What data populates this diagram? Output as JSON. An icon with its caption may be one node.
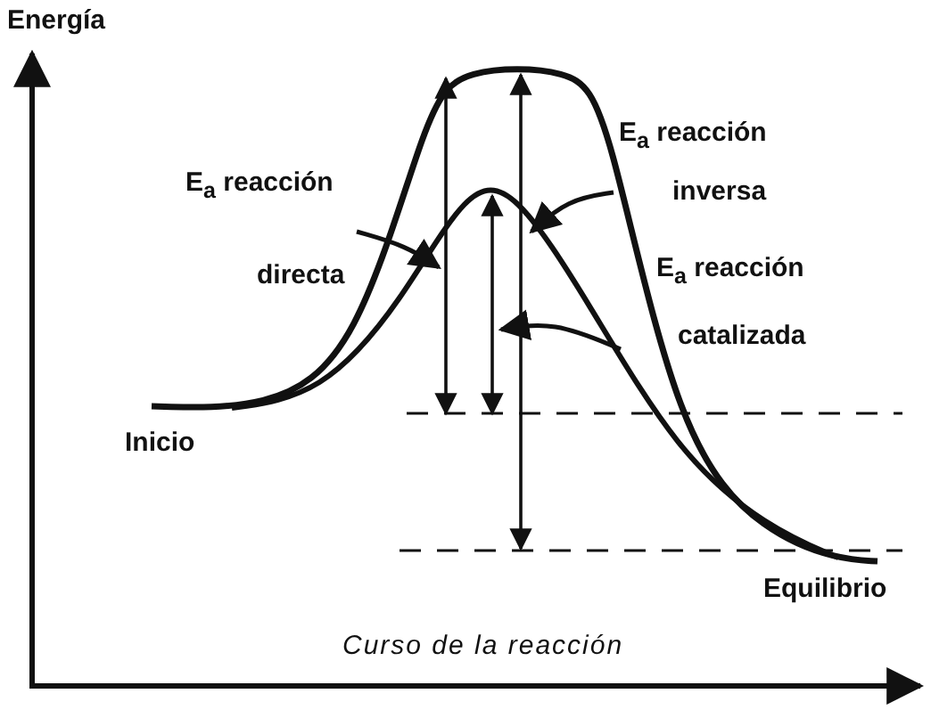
{
  "diagram": {
    "nodes": [
      {
        "text": [
          "E$_{a}$ reacción",
          "directa"
        ]
      },
      {
        "text": [
          "E$_{a}$ reacción",
          "inversa"
        ]
      },
      {
        "text": [
          "E$_{a}$ reacción",
          "catalizada"
        ]
      }
    ],
    "edges": [
      {
        "from": 0,
        "to": null,
        "arrow": "to"
      },
      {
        "from": 1,
        "to": null,
        "arrow": "to"
      },
      {
        "from": 2,
        "to": null,
        "arrow": "to"
      }
    ],
    "labels": [
      "Energía",
      "Inicio",
      "Equilibrio",
      "Curso de la reacción"
    ]
  }
}
